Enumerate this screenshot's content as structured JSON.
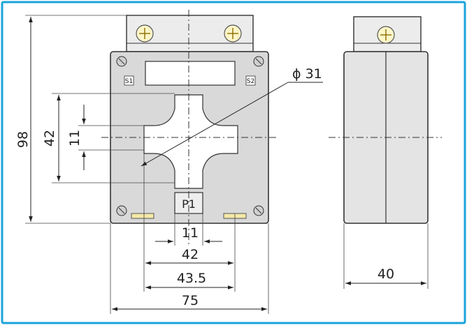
{
  "diagram": {
    "terminal_labels": {
      "s1": "S1",
      "s2": "S2",
      "p1": "P1"
    },
    "dimensions": {
      "phi": "ϕ 31",
      "height_total": "98",
      "height_window": "42",
      "height_slot": "11",
      "width_slot": "11",
      "width_window": "42",
      "width_inner": "43.5",
      "width_total": "75",
      "depth": "40"
    },
    "colors": {
      "frame": "#1aa3dc",
      "body": "#d9d9d9",
      "screw": "#fff6c8"
    }
  }
}
